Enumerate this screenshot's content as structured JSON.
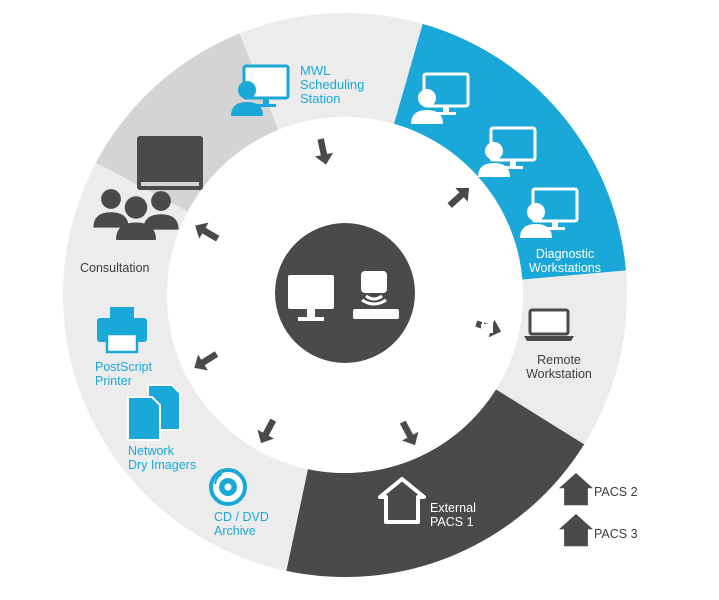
{
  "colors": {
    "accent_blue": "#1aa8d8",
    "ring_light": "#ececec",
    "ring_mid": "#d4d4d4",
    "ring_dark": "#4a4a4a",
    "icon_dark": "#4a4a4a"
  },
  "nodes": {
    "mwl": {
      "line1": "MWL",
      "line2": "Scheduling",
      "line3": "Station",
      "icon": "scheduling-station-icon"
    },
    "diagnostic": {
      "line1": "Diagnostic",
      "line2": "Workstations",
      "icon": "workstation-user-icon"
    },
    "remote": {
      "line1": "Remote",
      "line2": "Workstation",
      "icon": "laptop-icon"
    },
    "external_pacs": {
      "line1": "External",
      "line2": "PACS 1",
      "icon": "house-icon"
    },
    "pacs2": {
      "label": "PACS 2",
      "icon": "house-icon"
    },
    "pacs3": {
      "label": "PACS 3",
      "icon": "house-icon"
    },
    "cd_dvd": {
      "line1": "CD / DVD",
      "line2": "Archive",
      "icon": "disc-icon"
    },
    "dry_imagers": {
      "line1": "Network",
      "line2": "Dry Imagers",
      "icon": "film-sheets-icon"
    },
    "printer": {
      "line1": "PostScript",
      "line2": "Printer",
      "icon": "printer-icon"
    },
    "consultation": {
      "label": "Consultation",
      "icon": "people-group-icon"
    }
  },
  "center": {
    "icon": "server-and-monitor-icon"
  }
}
